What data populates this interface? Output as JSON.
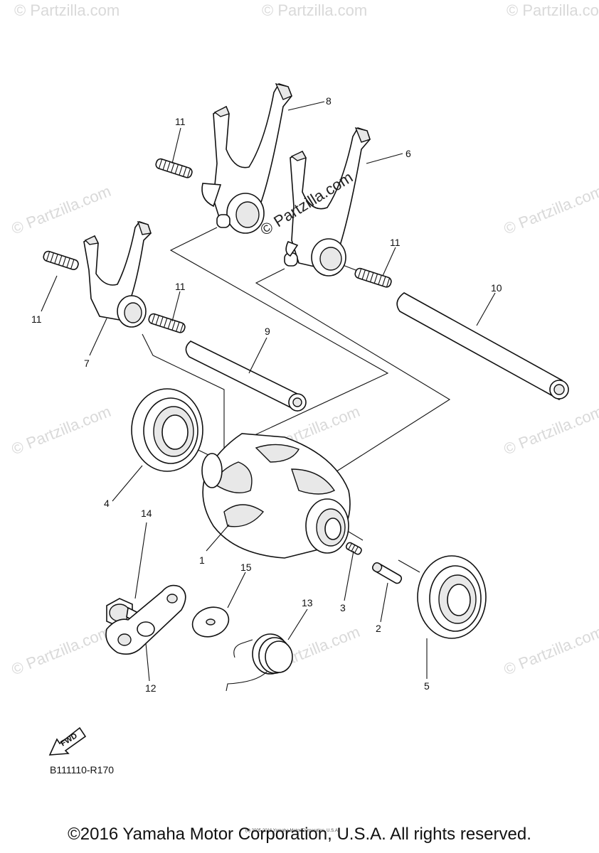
{
  "watermark": {
    "text": "© Partzilla.com"
  },
  "callouts": {
    "c1": "1",
    "c2": "2",
    "c3": "3",
    "c4": "4",
    "c5": "5",
    "c6": "6",
    "c7": "7",
    "c8": "8",
    "c9": "9",
    "c10": "10",
    "c11a": "11",
    "c11b": "11",
    "c11c": "11",
    "c11d": "11",
    "c12": "12",
    "c13": "13",
    "c14": "14",
    "c15": "15"
  },
  "fwd_label": "FWD",
  "diagram_code": "B111110-R170",
  "small_copyright": "(c) 2005-2016 Yamaha Motor Corporation, U.S.A.",
  "footer_copyright": "©2016 Yamaha Motor Corporation, U.S.A. All rights reserved."
}
